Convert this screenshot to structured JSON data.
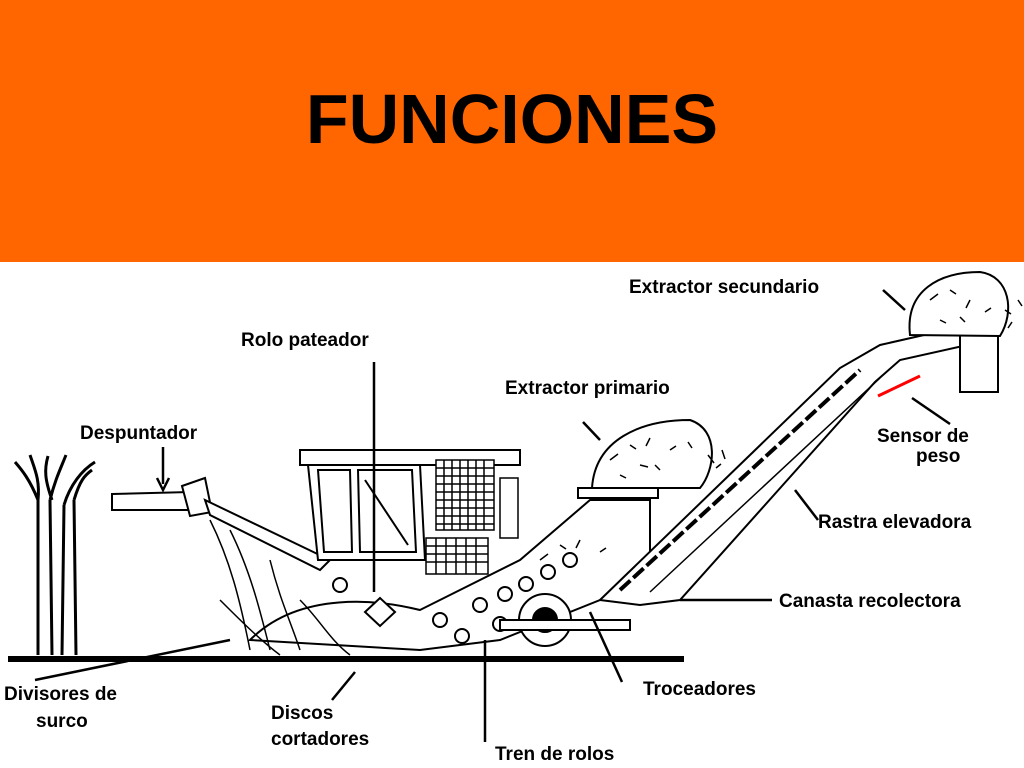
{
  "header": {
    "title": "FUNCIONES"
  },
  "colors": {
    "header_bg": "#ff6600",
    "sensor_line": "#ff0000"
  },
  "labels": {
    "extractor_secundario": "Extractor secundario",
    "rolo_pateador": "Rolo pateador",
    "extractor_primario": "Extractor primario",
    "despuntador": "Despuntador",
    "sensor_de_1": "Sensor de",
    "sensor_de_2": "peso",
    "rastra_elevadora": "Rastra elevadora",
    "canasta_recolectora": "Canasta recolectora",
    "divisores_1": "Divisores de",
    "divisores_2": "surco",
    "discos_1": "Discos",
    "discos_2": "cortadores",
    "troceadores": "Troceadores",
    "tren_de_rolos": "Tren de rolos"
  }
}
